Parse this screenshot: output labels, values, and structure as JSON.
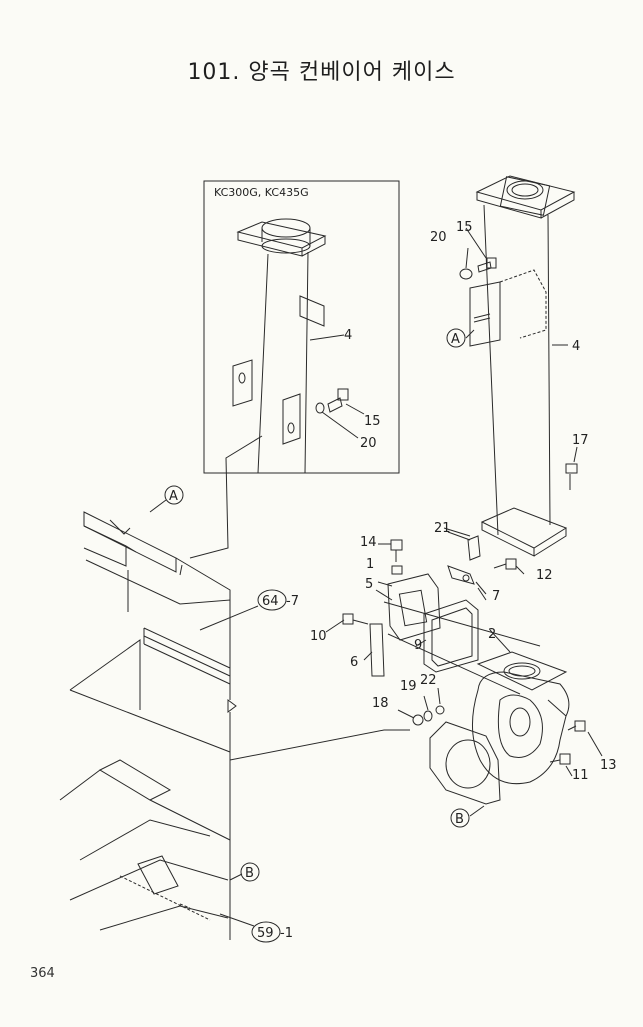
{
  "title": "101. 양곡 컨베이어 케이스",
  "page_number": "364",
  "inset_label": "KC300G, KC435G",
  "callouts": [
    "A",
    "A",
    "B",
    "B"
  ],
  "ref_labels": [
    "64",
    "-7",
    "59",
    "-1"
  ],
  "parts": {
    "inset": [
      "4",
      "15",
      "20"
    ],
    "main": [
      "20",
      "15",
      "4",
      "17",
      "21",
      "14",
      "1",
      "12",
      "5",
      "7",
      "10",
      "9",
      "2",
      "6",
      "18",
      "19",
      "22",
      "13",
      "11"
    ]
  }
}
